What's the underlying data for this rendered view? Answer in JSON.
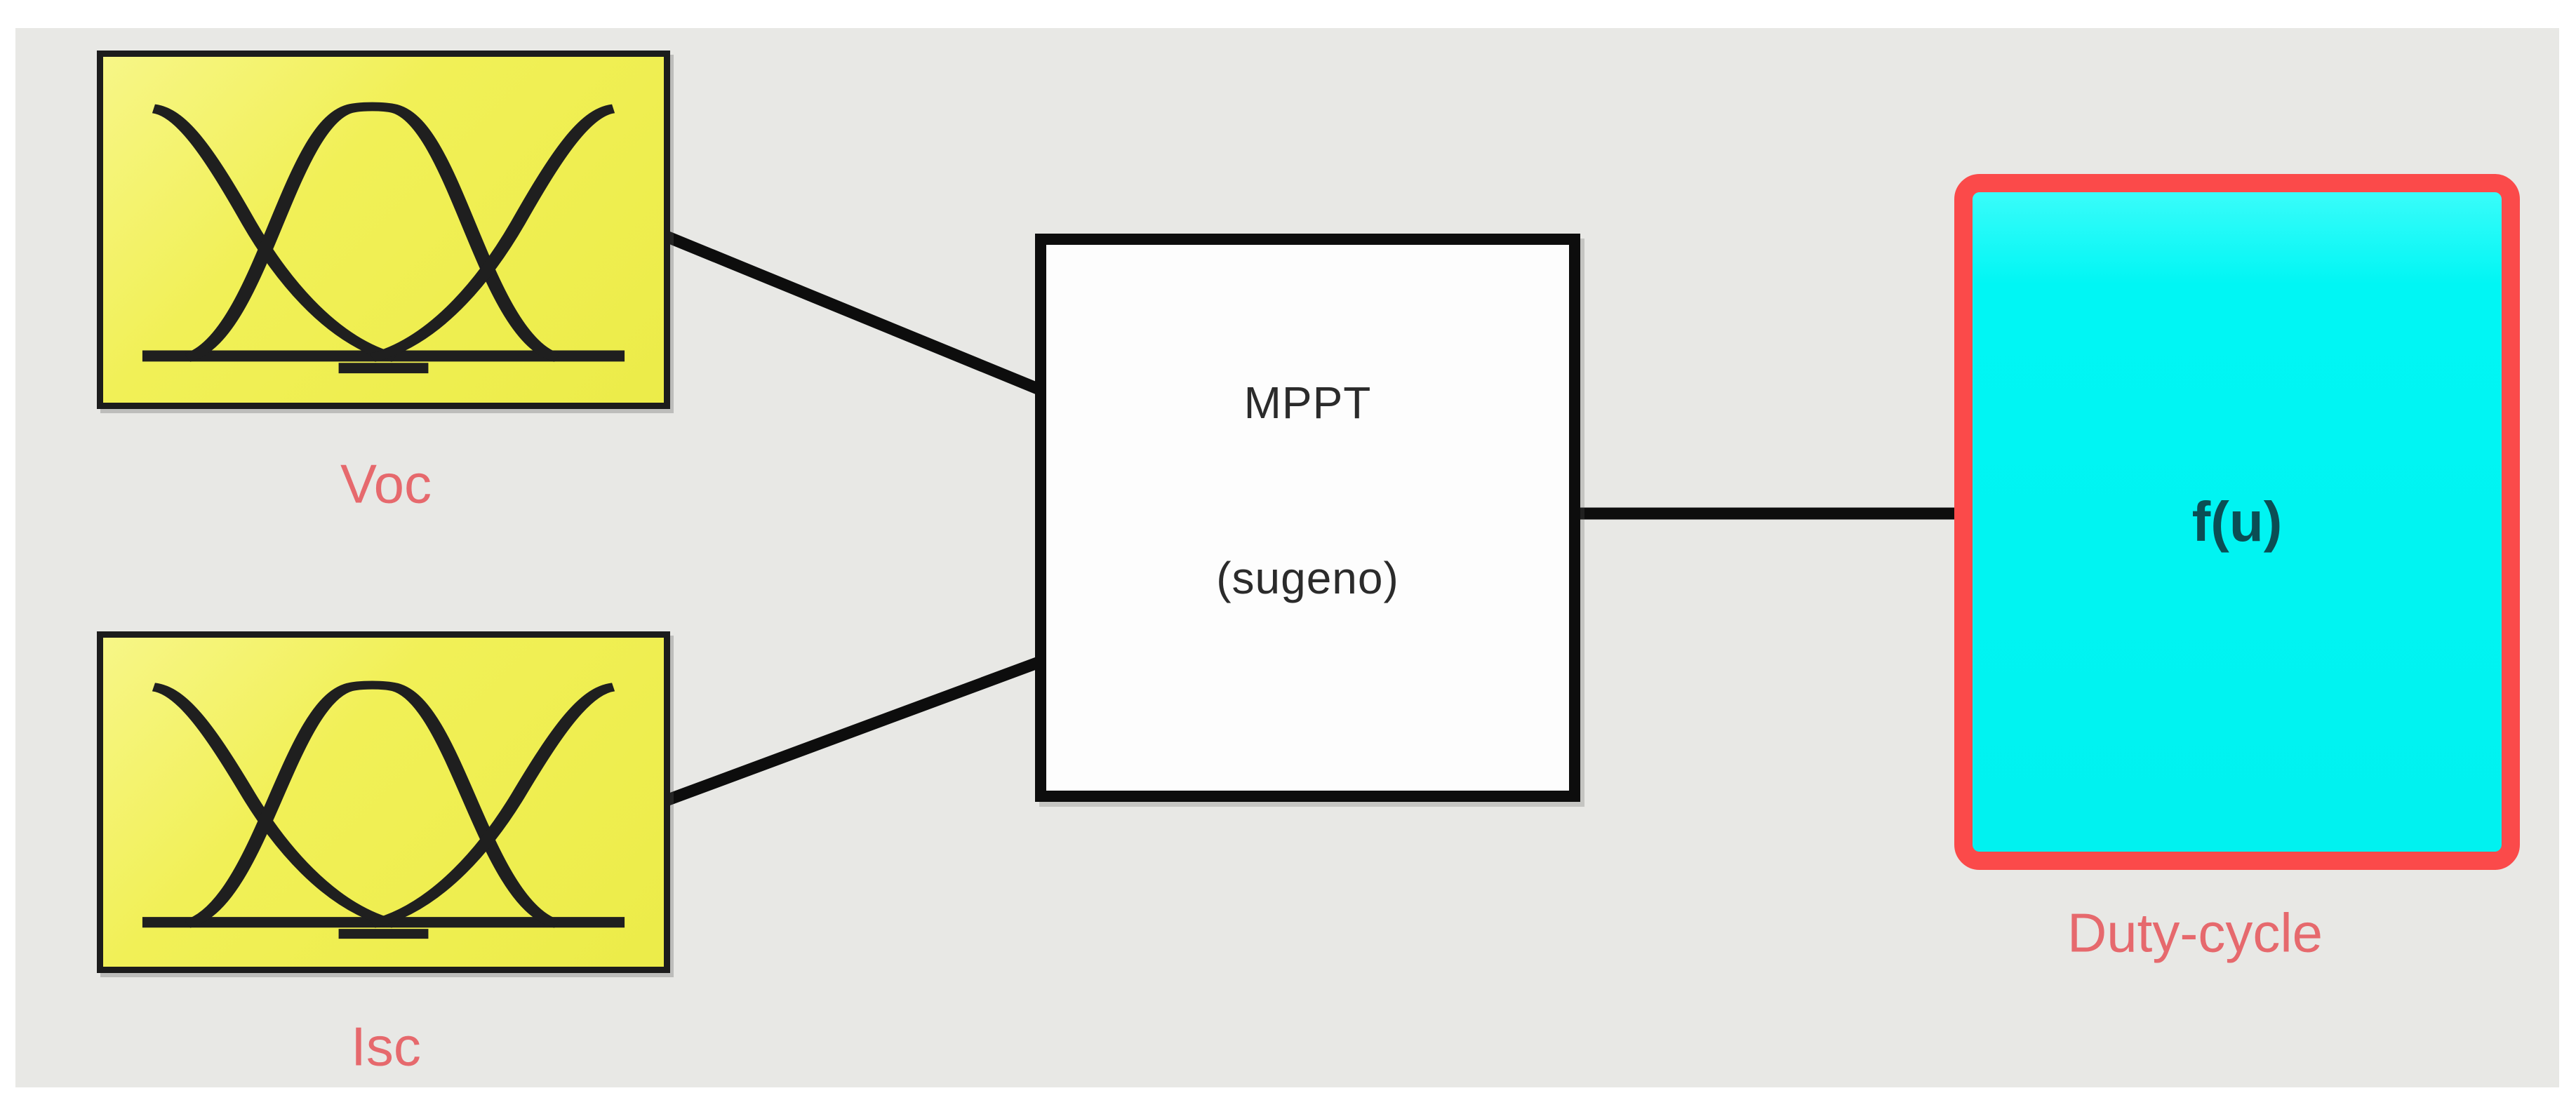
{
  "figure": {
    "inputs": [
      {
        "label": "Voc",
        "icon": "membership-functions-icon"
      },
      {
        "label": "Isc",
        "icon": "membership-functions-icon"
      }
    ],
    "system": {
      "name": "MPPT",
      "type": "(sugeno)"
    },
    "output": {
      "formula": "f(u)",
      "label": "Duty-cycle"
    }
  },
  "colors": {
    "canvas_gray": "#e8e8e5",
    "window_margin": "#ffffff",
    "input_fill_yellow": "#f1f057",
    "input_border": "#1c1c1c",
    "fis_fill": "#fdfdfd",
    "fis_border": "#0d0d0d",
    "output_fill_cyan": "#00f4f2",
    "output_border_red": "#fb4a4a",
    "label_red": "#e6696d",
    "fis_text": "#2b2b2b",
    "formula_teal": "#0b4e54",
    "wire_black": "#0d0d0d"
  }
}
